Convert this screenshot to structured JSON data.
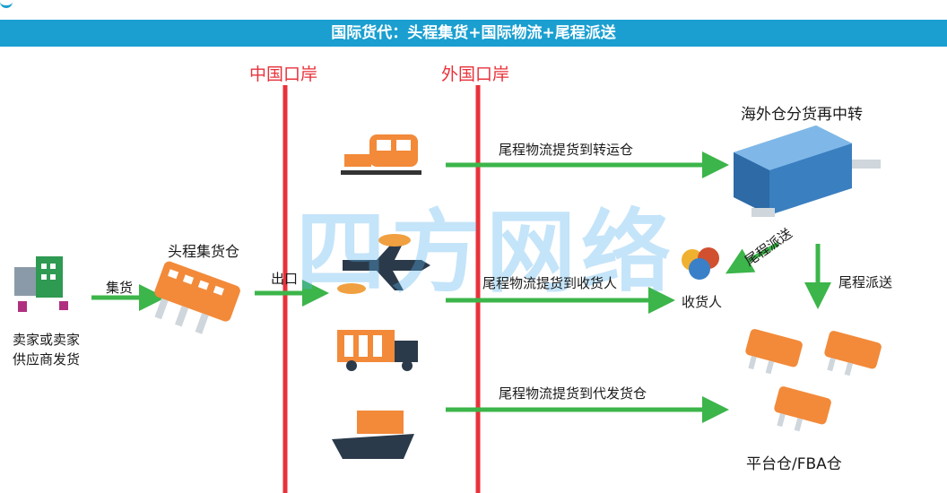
{
  "banner": "国际货代：头程集货+国际物流+尾程派送",
  "borders": {
    "china": "中国口岸",
    "foreign": "外国口岸"
  },
  "seller": "卖家或卖家\n供应商发货",
  "consolidation_label": "集货",
  "head_warehouse": "头程集货仓",
  "export_label": "出口",
  "routes": [
    "尾程物流提货到转运仓",
    "尾程物流提货到收货人",
    "尾程物流提货到代发货仓"
  ],
  "overseas_warehouse": "海外仓分货再中转",
  "receiver": "收货人",
  "last_mile_1": "尾程派送",
  "last_mile_2": "尾程派送",
  "platform_warehouse": "平台仓/FBA仓",
  "watermark": "四方网络",
  "transport_icons": [
    "train-icon",
    "airplane-icon",
    "truck-icon",
    "ship-icon"
  ],
  "colors": {
    "banner": "#1a9fd0",
    "border_line": "#e8323a",
    "arrow": "#3cb54a",
    "warehouse": "#f28a3a"
  }
}
